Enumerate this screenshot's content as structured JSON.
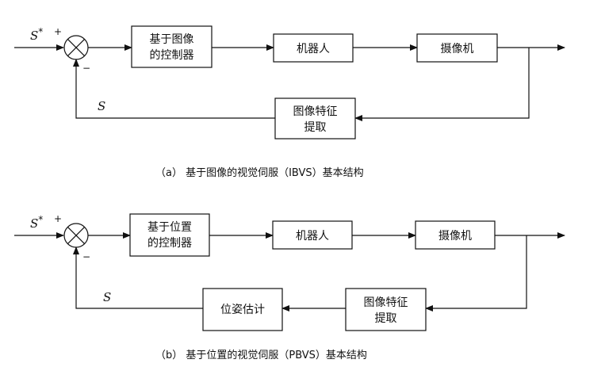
{
  "diagram_a": {
    "input_symbol": "S",
    "input_superscript": "*",
    "plus_sign": "+",
    "minus_sign": "−",
    "feedback_symbol": "S",
    "controller_line1": "基于图像",
    "controller_line2": "的控制器",
    "robot": "机器人",
    "camera": "摄像机",
    "feature_line1": "图像特征",
    "feature_line2": "提取",
    "caption": "（a）  基于图像的视觉伺服（IBVS）基本结构"
  },
  "diagram_b": {
    "input_symbol": "S",
    "input_superscript": "*",
    "plus_sign": "+",
    "minus_sign": "−",
    "feedback_symbol": "S",
    "controller_line1": "基于位置",
    "controller_line2": "的控制器",
    "robot": "机器人",
    "camera": "摄像机",
    "feature_line1": "图像特征",
    "feature_line2": "提取",
    "pose": "位姿估计",
    "caption": "（b）  基于位置的视觉伺服（PBVS）基本结构"
  }
}
